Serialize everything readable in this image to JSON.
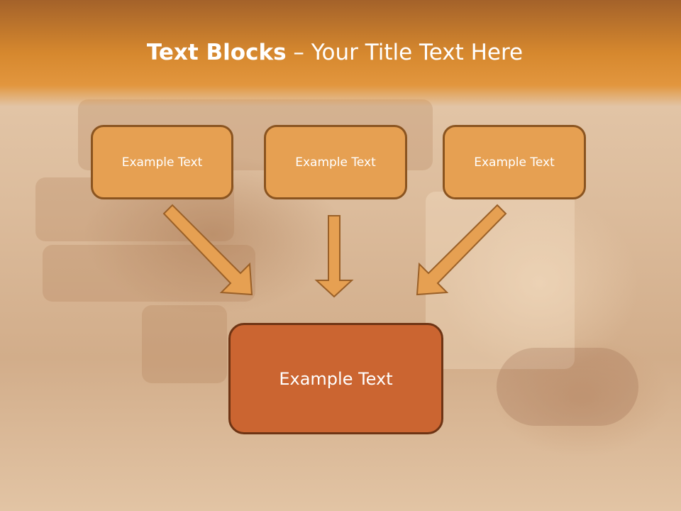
{
  "title": {
    "bold": "Text Blocks",
    "rest": " – Your Title Text Here"
  },
  "top_boxes": [
    "Example Text",
    "Example Text",
    "Example Text"
  ],
  "bottom_box": "Example Text",
  "colors": {
    "header": "#d6882e",
    "box": "#e6a052",
    "box_border": "#8a5420",
    "main_box": "#cb6531"
  }
}
